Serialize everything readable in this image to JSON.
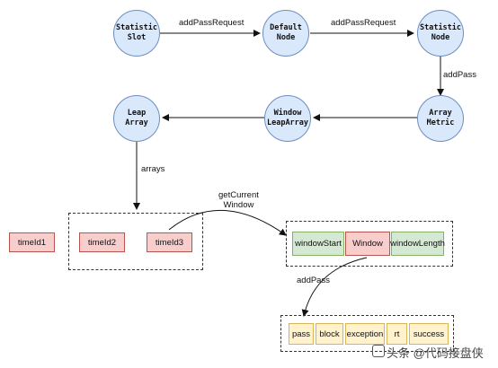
{
  "nodes": {
    "statistic_slot": "Statistic\nSlot",
    "default_node": "Default\nNode",
    "statistic_node": "Statistic\nNode",
    "array_metric": "Array\nMetric",
    "window_leap_array": "Window\nLeapArray",
    "leap_array": "Leap\nArray"
  },
  "edge_labels": {
    "add_pass_request_1": "addPassRequest",
    "add_pass_request_2": "addPassRequest",
    "add_pass": "addPass",
    "arrays": "arrays",
    "get_current_window": "getCurrent\nWindow",
    "add_pass_2": "addPass"
  },
  "time_ids": [
    "timeId1",
    "timeId2",
    "timeId3"
  ],
  "window_fields": [
    "windowStart",
    "Window",
    "windowLength"
  ],
  "metrics": [
    "pass",
    "block",
    "exception",
    "rt",
    "success"
  ],
  "watermark": "头条 @代码接盘侠",
  "colors": {
    "node_fill": "#dae8fc",
    "node_stroke": "#6c8ebf",
    "red_fill": "#f8cecc",
    "green_fill": "#d5e8d4",
    "yellow_fill": "#fff2cc"
  }
}
